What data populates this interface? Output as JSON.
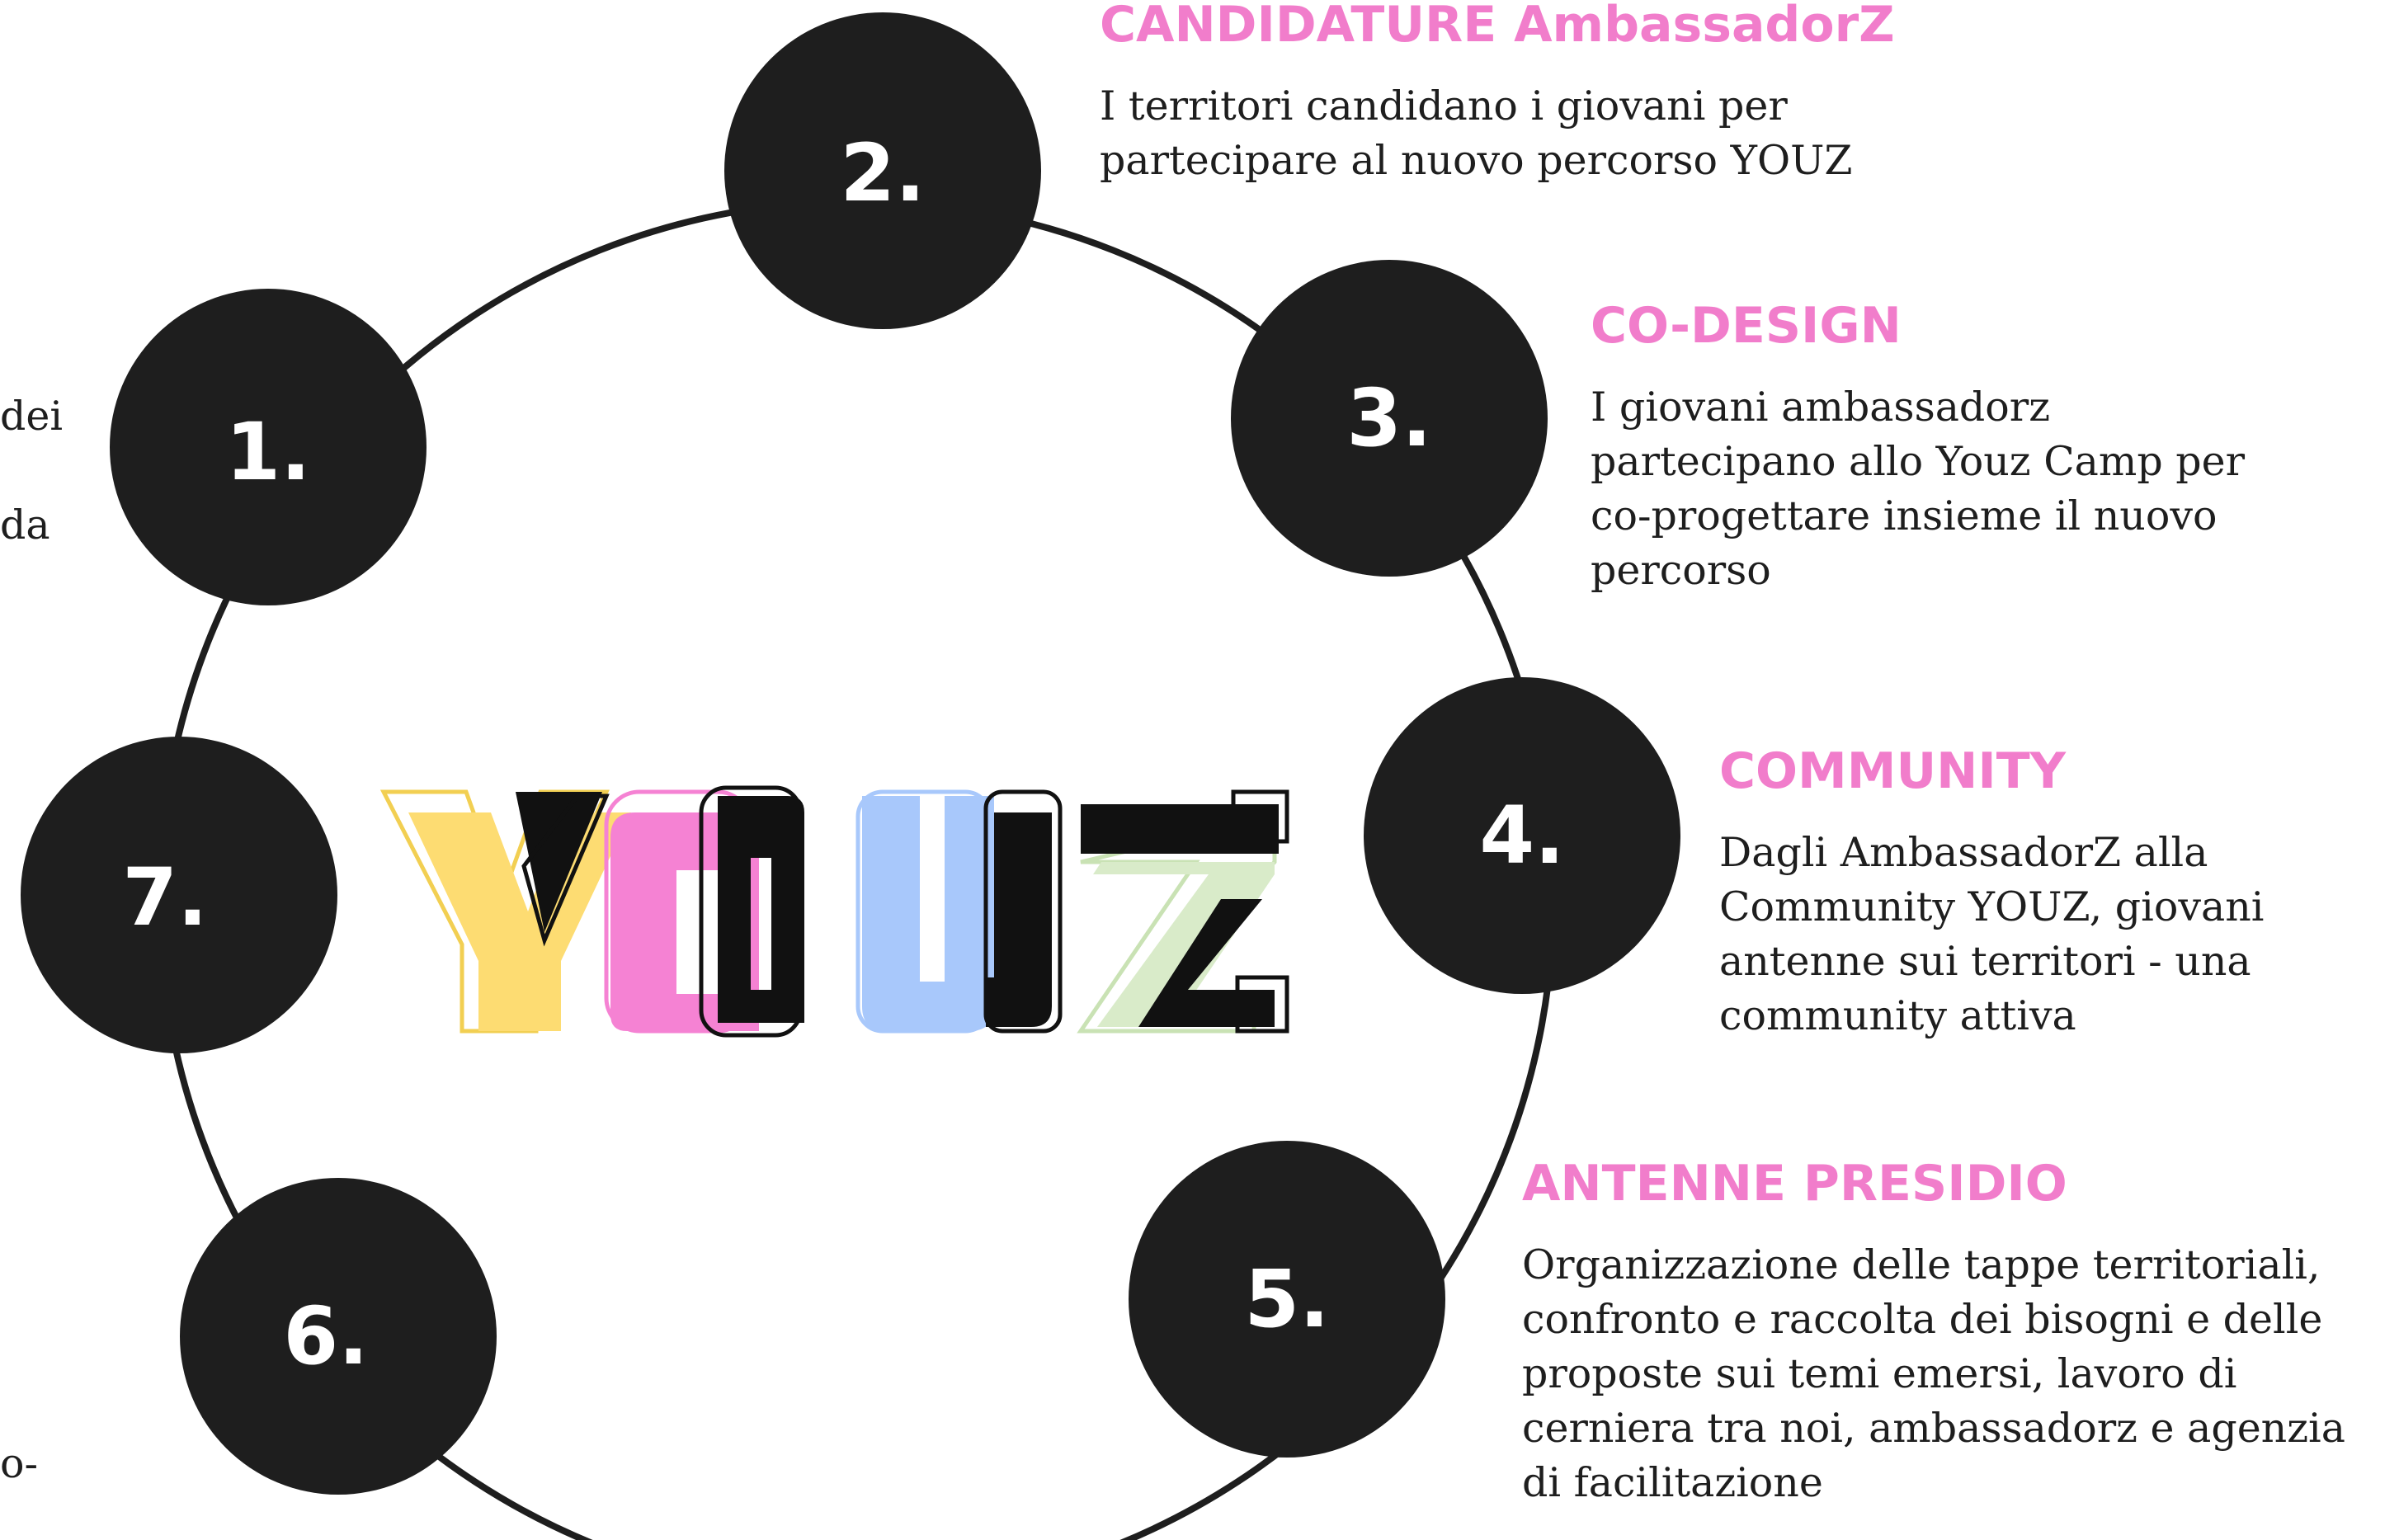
{
  "steps": [
    {
      "number": "1."
    },
    {
      "number": "2.",
      "heading": "CANDIDATURE AmbassadorZ",
      "text": "I territori candidano i giovani per\npartecipare al nuovo percorso YOUZ"
    },
    {
      "number": "3.",
      "heading": "CO-DESIGN",
      "text": "I giovani ambassadorz\npartecipano allo Youz Camp per\nco-progettare insieme il nuovo\npercorso"
    },
    {
      "number": "4.",
      "heading": "COMMUNITY",
      "text": "Dagli AmbassadorZ alla\nCommunity YOUZ, giovani\nantenne sui territori - una\ncommunity attiva"
    },
    {
      "number": "5.",
      "heading": "ANTENNE PRESIDIO",
      "text": "Organizzazione delle tappe territoriali,\nconfronto e raccolta dei bisogni e delle\nproposte sui temi emersi, lavoro di\ncerniera tra noi, ambassadorz e agenzia\ndi facilitazione"
    },
    {
      "number": "6."
    },
    {
      "number": "7."
    }
  ],
  "left_fragments": [
    "dei",
    "da",
    "o-"
  ],
  "logo": {
    "letters": [
      "Y",
      "O",
      "U",
      "Z"
    ],
    "fill_colors": [
      "#fddc72",
      "#f582d3",
      "#a8c8fb",
      "#d9ebc9"
    ]
  },
  "colors": {
    "node": "#1e1e1e",
    "ring": "#1e1e1e",
    "heading": "#f17dcb",
    "text": "#1e1e1e"
  }
}
